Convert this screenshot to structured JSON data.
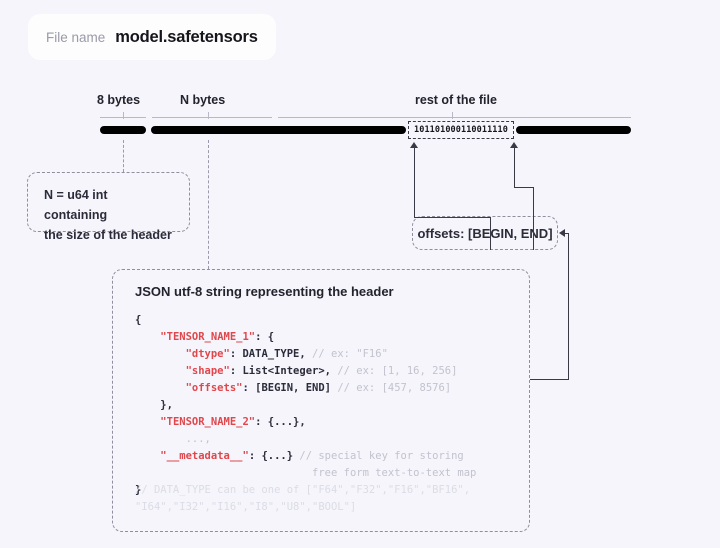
{
  "file_pill": {
    "label": "File name",
    "value": "model.safetensors"
  },
  "bar": {
    "segments": [
      {
        "name": "8-bytes",
        "caption": "8 bytes"
      },
      {
        "name": "n-bytes",
        "caption": "N bytes"
      },
      {
        "name": "rest-of-file",
        "caption": "rest of the file"
      }
    ],
    "binary_chunk": "101101000110011110"
  },
  "callouts": {
    "n_header": {
      "line1": "N = u64 int containing",
      "line2": "the size of the header"
    },
    "offsets": "offsets: [BEGIN, END]"
  },
  "json_panel": {
    "title": "JSON utf-8 string representing the header",
    "lines": [
      {
        "indent": 0,
        "parts": [
          {
            "t": "{",
            "s": "p"
          }
        ]
      },
      {
        "indent": 1,
        "parts": [
          {
            "t": "\"TENSOR_NAME_1\"",
            "s": "k"
          },
          {
            "t": ": {",
            "s": "p"
          }
        ]
      },
      {
        "indent": 2,
        "parts": [
          {
            "t": "\"dtype\"",
            "s": "k"
          },
          {
            "t": ": DATA_TYPE, ",
            "s": "p"
          },
          {
            "t": "// ex: \"F16\"",
            "s": "c"
          }
        ]
      },
      {
        "indent": 2,
        "parts": [
          {
            "t": "\"shape\"",
            "s": "k"
          },
          {
            "t": ": List<Integer>, ",
            "s": "p"
          },
          {
            "t": "// ex: [1, 16, 256]",
            "s": "c"
          }
        ]
      },
      {
        "indent": 2,
        "parts": [
          {
            "t": "\"offsets\"",
            "s": "k"
          },
          {
            "t": ": [BEGIN, END] ",
            "s": "p"
          },
          {
            "t": "// ex: [457, 8576]",
            "s": "c"
          }
        ]
      },
      {
        "indent": 1,
        "parts": [
          {
            "t": "},",
            "s": "p"
          }
        ]
      },
      {
        "indent": 1,
        "parts": [
          {
            "t": "\"TENSOR_NAME_2\"",
            "s": "k"
          },
          {
            "t": ": {...},",
            "s": "p"
          }
        ]
      },
      {
        "indent": 2,
        "parts": [
          {
            "t": "...,",
            "s": "c"
          }
        ]
      },
      {
        "indent": 1,
        "parts": [
          {
            "t": "\"__metadata__\"",
            "s": "k"
          },
          {
            "t": ": {...} ",
            "s": "p"
          },
          {
            "t": "// special key for storing",
            "s": "c"
          }
        ]
      },
      {
        "indent": 7,
        "parts": [
          {
            "t": "free form text-to-text map",
            "s": "c"
          }
        ]
      },
      {
        "indent": 0,
        "parts": [
          {
            "t": "}",
            "s": "p"
          }
        ]
      }
    ],
    "footer": [
      "// DATA_TYPE can be one of [\"F64\",\"F32\",\"F16\",\"BF16\",",
      "\"I64\",\"I32\",\"I16\",\"I8\",\"U8\",\"BOOL\"]"
    ]
  },
  "colors": {
    "background": "#f5f5fb",
    "pill": "#fdfdfe",
    "bar": "#000000",
    "json_key": "#e0474c",
    "comment": "#c3c3cf",
    "dashed_border": "#8e8e9e",
    "text": "#2b2b3a"
  }
}
